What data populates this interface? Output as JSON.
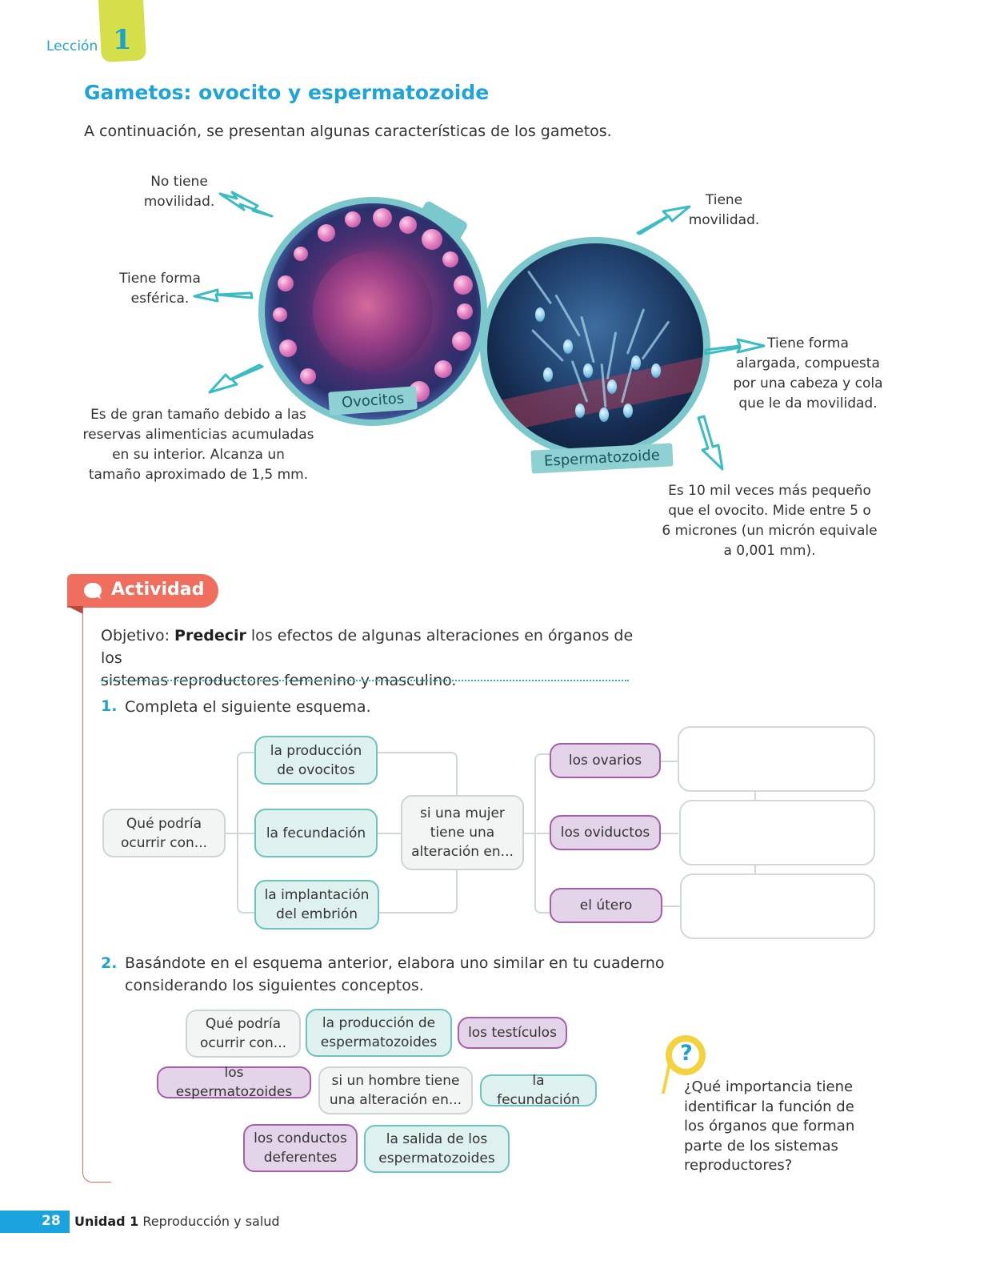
{
  "header": {
    "lesson_label": "Lección",
    "lesson_number": "1"
  },
  "section": {
    "title": "Gametos: ovocito y espermatozoide",
    "intro": "A continuación, se presentan algunas características de los gametos."
  },
  "figure": {
    "ovocito_tag": "Ovocitos",
    "esperma_tag": "Espermatozoide",
    "ovocito_notes": {
      "movilidad_1": "No tiene",
      "movilidad_2": "movilidad.",
      "forma_1": "Tiene forma",
      "forma_2": "esférica.",
      "tamano_1": "Es de gran tamaño debido a las",
      "tamano_2": "reservas alimenticias acumuladas",
      "tamano_3": "en su interior. Alcanza un",
      "tamano_4": "tamaño aproximado de 1,5 mm."
    },
    "esperma_notes": {
      "movilidad_1": "Tiene",
      "movilidad_2": "movilidad.",
      "forma_1": "Tiene forma",
      "forma_2": "alargada, compuesta",
      "forma_3": "por una cabeza y cola",
      "forma_4": "que le da movilidad.",
      "tamano_1": "Es 10 mil veces más pequeño",
      "tamano_2": "que el ovocito. Mide entre 5 o",
      "tamano_3": "6 micrones (un micrón equivale",
      "tamano_4": "a 0,001 mm)."
    }
  },
  "activity": {
    "label": "Actividad",
    "objective_prefix": "Objetivo: ",
    "objective_verb": "Predecir",
    "objective_line1": " los efectos de algunas alteraciones en órganos de los",
    "objective_line2": "sistemas reproductores femenino y masculino.",
    "q1_number": "1.",
    "q1_text": "Completa el siguiente esquema.",
    "q2_number": "2.",
    "q2_line1": "Basándote en el esquema anterior, elabora uno similar en tu cuaderno",
    "q2_line2": "considerando los siguientes conceptos."
  },
  "scheme1": {
    "root_1": "Qué podría",
    "root_2": "ocurrir con...",
    "branch_a_1": "la producción",
    "branch_a_2": "de ovocitos",
    "branch_b": "la fecundación",
    "branch_c_1": "la implantación",
    "branch_c_2": "del embrión",
    "middle_1": "si una mujer",
    "middle_2": "tiene una",
    "middle_3": "alteración en...",
    "organ_1": "los ovarios",
    "organ_2": "los oviductos",
    "organ_3": "el útero"
  },
  "scheme2": {
    "c1_1": "Qué podría",
    "c1_2": "ocurrir con...",
    "c2_1": "la producción de",
    "c2_2": "espermatozoides",
    "c3": "los testículos",
    "c4": "los espermatozoides",
    "c5_1": "si un hombre tiene",
    "c5_2": "una alteración en...",
    "c6": "la fecundación",
    "c7_1": "los conductos",
    "c7_2": "deferentes",
    "c8_1": "la salida de los",
    "c8_2": "espermatozoides"
  },
  "side_question": {
    "mark": "?",
    "line1": "¿Qué importancia tiene",
    "line2": "identificar la función de",
    "line3": "los órganos que forman",
    "line4": "parte de los sistemas",
    "line5": "reproductores?"
  },
  "footer": {
    "page_number": "28",
    "unit": "Unidad 1",
    "unit_title": " Reproducción y salud"
  },
  "colors": {
    "title_blue": "#20a4d8",
    "accent_teal": "#3dbfc4",
    "activity_coral": "#ef6e5e",
    "purple": "#a45fa8",
    "yellow_tab": "#d4df4a"
  }
}
